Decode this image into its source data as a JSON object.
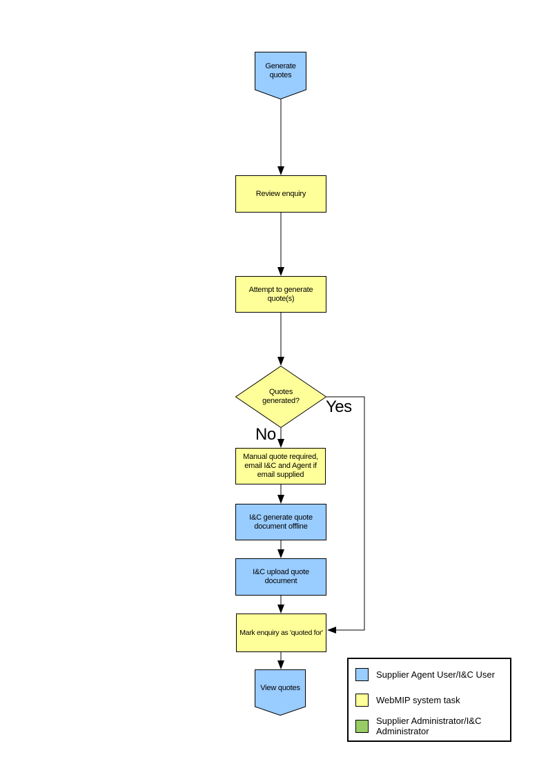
{
  "colors": {
    "actor_blue": "#99CCFF",
    "system_yellow": "#FFFF99",
    "admin_green": "#99CC66",
    "line_black": "#000000"
  },
  "nodes": {
    "generate_quotes": {
      "label": "Generate quotes"
    },
    "review_enquiry": {
      "label": "Review enquiry"
    },
    "attempt_generate": {
      "label": "Attempt to generate quote(s)"
    },
    "quotes_generated": {
      "label": "Quotes generated?"
    },
    "manual_quote": {
      "label": "Manual quote required, email I&C and Agent if email supplied"
    },
    "icg_offline": {
      "label": "I&C generate quote document offline"
    },
    "icu_upload": {
      "label": "I&C upload quote document"
    },
    "mark_quoted": {
      "label": "Mark enquiry as 'quoted for'"
    },
    "view_quotes": {
      "label": "View quotes"
    }
  },
  "edge_labels": {
    "yes": "Yes",
    "no": "No"
  },
  "legend": {
    "items": [
      {
        "label": "Supplier Agent User/I&C User",
        "color": "#99CCFF"
      },
      {
        "label": "WebMIP system task",
        "color": "#FFFF99"
      },
      {
        "label": "Supplier Administrator/I&C Administrator",
        "color": "#99CC66"
      }
    ]
  }
}
